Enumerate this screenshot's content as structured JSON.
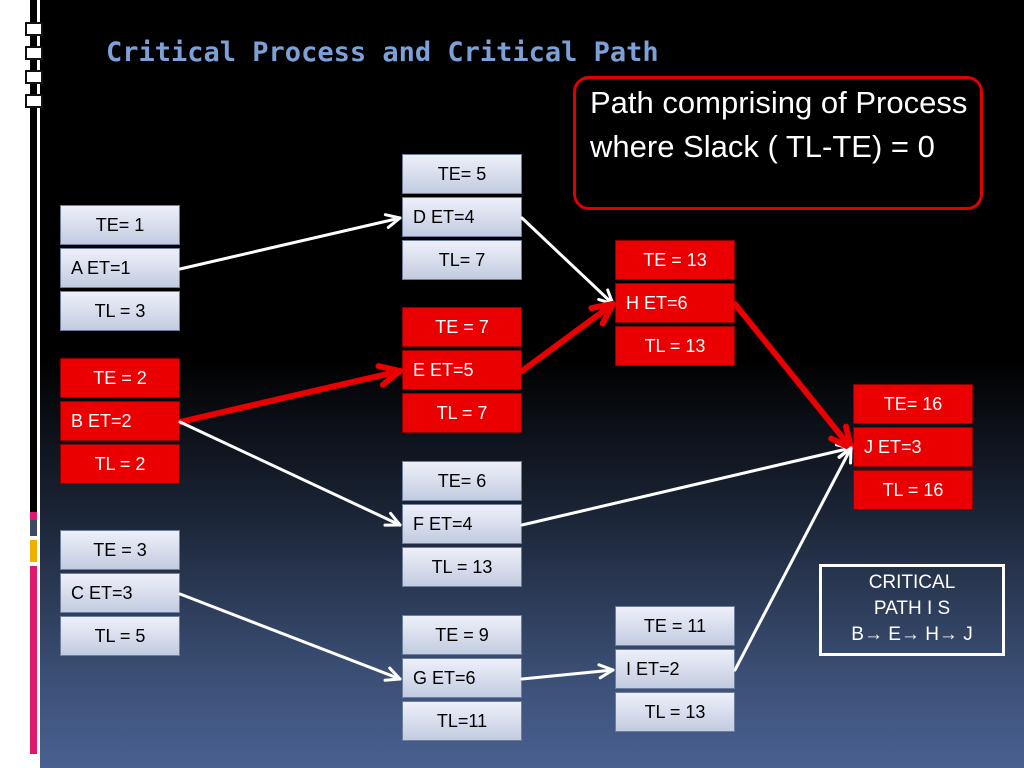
{
  "title": "Critical Process and Critical Path",
  "callout": "Path comprising of Process where Slack ( TL-TE) = 0",
  "critical_box": {
    "line1": "CRITICAL",
    "line2": "PATH I S",
    "path_text": "B→ E→ H→ J"
  },
  "colors": {
    "critical": "#ea0000",
    "normal_node": "#cfd6ea",
    "title": "#7da0d6"
  },
  "nodes": {
    "A": {
      "te": "TE= 1",
      "et": "A    ET=1",
      "tl": "TL = 3",
      "critical": false
    },
    "B": {
      "te": "TE = 2",
      "et": "B   ET=2",
      "tl": "TL = 2",
      "critical": true
    },
    "C": {
      "te": "TE = 3",
      "et": "C   ET=3",
      "tl": "TL = 5",
      "critical": false
    },
    "D": {
      "te": "TE= 5",
      "et": "D    ET=4",
      "tl": "TL= 7",
      "critical": false
    },
    "E": {
      "te": "TE = 7",
      "et": "E    ET=5",
      "tl": "TL = 7",
      "critical": true
    },
    "F": {
      "te": "TE= 6",
      "et": "F    ET=4",
      "tl": "TL = 13",
      "critical": false
    },
    "G": {
      "te": "TE = 9",
      "et": "G   ET=6",
      "tl": "TL=11",
      "critical": false
    },
    "H": {
      "te": "TE = 13",
      "et": "H    ET=6",
      "tl": "TL = 13",
      "critical": true
    },
    "I": {
      "te": "TE = 11",
      "et": "I     ET=2",
      "tl": "TL = 13",
      "critical": false
    },
    "J": {
      "te": "TE= 16",
      "et": "J     ET=3",
      "tl": "TL = 16",
      "critical": true
    }
  },
  "edges": [
    {
      "from": "A",
      "to": "D",
      "critical": false
    },
    {
      "from": "B",
      "to": "E",
      "critical": true
    },
    {
      "from": "B",
      "to": "F",
      "critical": false
    },
    {
      "from": "C",
      "to": "G",
      "critical": false
    },
    {
      "from": "D",
      "to": "H",
      "critical": false
    },
    {
      "from": "E",
      "to": "H",
      "critical": true
    },
    {
      "from": "F",
      "to": "J",
      "critical": false
    },
    {
      "from": "G",
      "to": "I",
      "critical": false
    },
    {
      "from": "H",
      "to": "J",
      "critical": true
    },
    {
      "from": "I",
      "to": "J",
      "critical": false
    }
  ]
}
